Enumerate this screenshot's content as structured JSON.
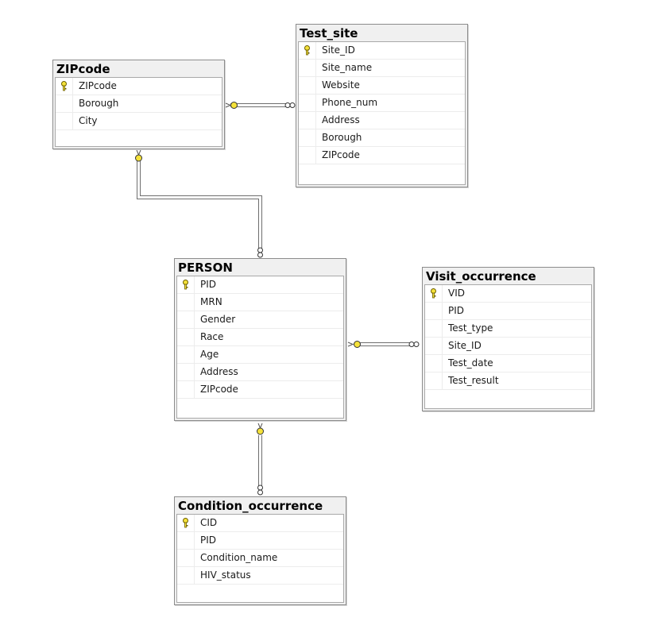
{
  "tables": [
    {
      "id": "zipcode",
      "title": "ZIPcode",
      "columns": [
        "ZIPcode",
        "Borough",
        "City"
      ],
      "key": "ZIPcode"
    },
    {
      "id": "test-site",
      "title": "Test_site",
      "columns": [
        "Site_ID",
        "Site_name",
        "Website",
        "Phone_num",
        "Address",
        "Borough",
        "ZIPcode"
      ],
      "key": "Site_ID"
    },
    {
      "id": "person",
      "title": "PERSON",
      "columns": [
        "PID",
        "MRN",
        "Gender",
        "Race",
        "Age",
        "Address",
        "ZIPcode"
      ],
      "key": "PID"
    },
    {
      "id": "visit-occurrence",
      "title": "Visit_occurrence",
      "columns": [
        "VID",
        "PID",
        "Test_type",
        "Site_ID",
        "Test_date",
        "Test_result"
      ],
      "key": "VID"
    },
    {
      "id": "condition-occurrence",
      "title": "Condition_occurrence",
      "columns": [
        "CID",
        "PID",
        "Condition_name",
        "HIV_status"
      ],
      "key": "CID"
    }
  ],
  "relationships": [
    {
      "from": "test-site",
      "to": "zipcode",
      "one_end": "zipcode",
      "many_end": "test-site"
    },
    {
      "from": "person",
      "to": "zipcode",
      "one_end": "zipcode",
      "many_end": "person"
    },
    {
      "from": "visit-occurrence",
      "to": "person",
      "one_end": "person",
      "many_end": "visit-occurrence"
    },
    {
      "from": "condition-occurrence",
      "to": "person",
      "one_end": "person",
      "many_end": "condition-occurrence"
    }
  ],
  "colors": {
    "key_icon": "#f5e23a",
    "connector": "#7a7a7a",
    "frame": "#8c8c8c"
  }
}
